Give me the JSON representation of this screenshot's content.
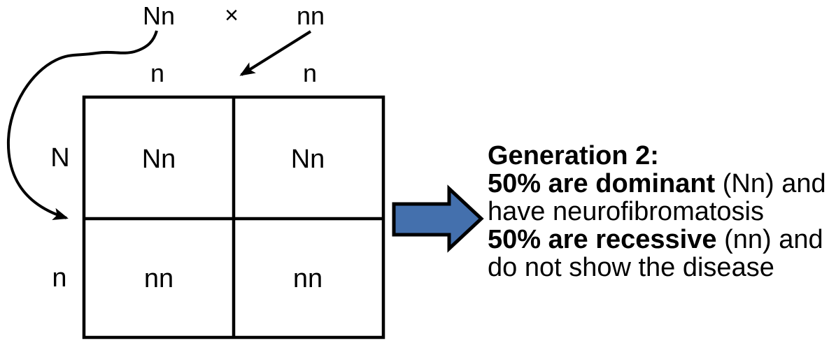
{
  "cross": {
    "parent1": "Nn",
    "operator": "×",
    "parent2": "nn"
  },
  "punnett": {
    "col_headers": [
      "n",
      "n"
    ],
    "row_headers": [
      "N",
      "n"
    ],
    "cells": [
      [
        "Nn",
        "Nn"
      ],
      [
        "nn",
        "nn"
      ]
    ]
  },
  "caption": {
    "title": "Generation 2:",
    "lines": [
      {
        "bold": "50% are dominant",
        "rest": " (Nn) and"
      },
      {
        "bold": "",
        "rest": "have neurofibromatosis"
      },
      {
        "bold": "50% are recessive",
        "rest": " (nn) and"
      },
      {
        "bold": "",
        "rest": "do not show the disease"
      }
    ]
  },
  "colors": {
    "block_arrow_fill": "#4470AD",
    "block_arrow_stroke": "#000000",
    "line": "#000000",
    "text": "#000000",
    "background": "#FFFFFF"
  }
}
